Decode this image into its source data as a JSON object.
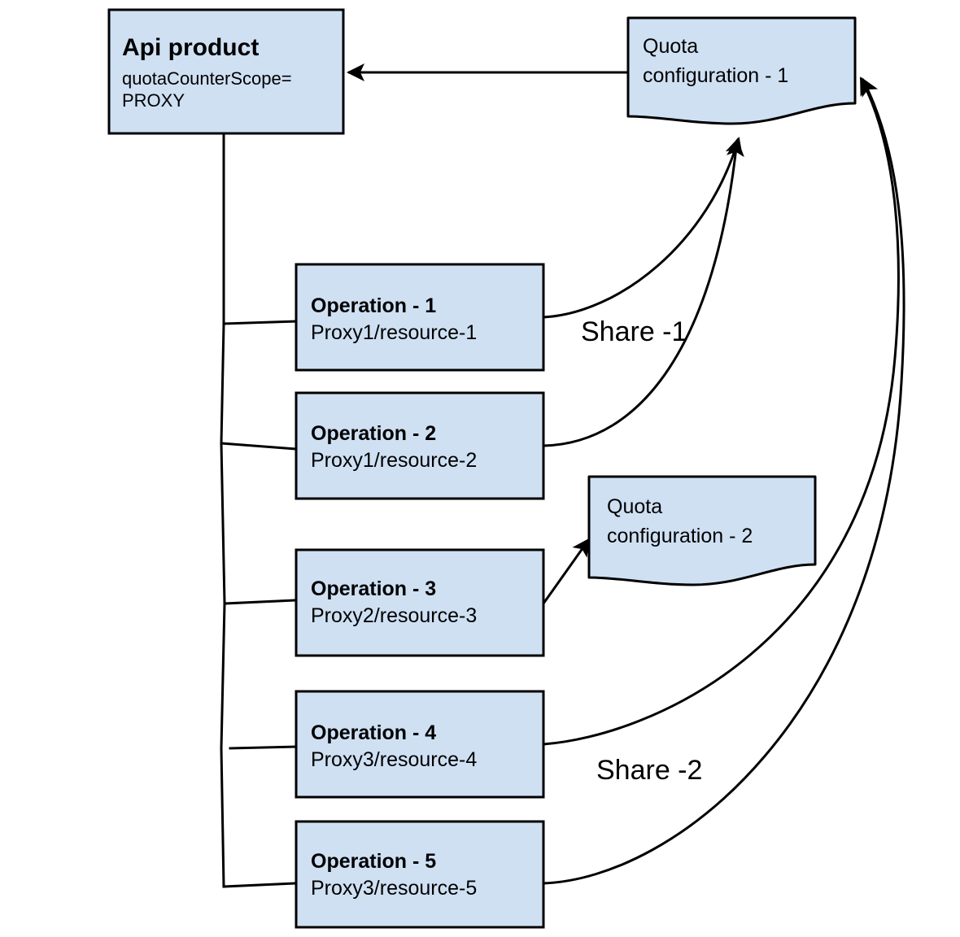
{
  "diagram": {
    "title_node": {
      "id": "api-product",
      "heading": "Api product",
      "line2": "quotaCounterScope=",
      "line3": "PROXY"
    },
    "quota_configs": [
      {
        "id": "quota-configuration-1",
        "line1": "Quota",
        "line2": "configuration - 1"
      },
      {
        "id": "quota-configuration-2",
        "line1": "Quota",
        "line2": "configuration - 2"
      }
    ],
    "operations": [
      {
        "id": "operation-1",
        "title": "Operation - 1",
        "path": "Proxy1/resource-1"
      },
      {
        "id": "operation-2",
        "title": "Operation - 2",
        "path": "Proxy1/resource-2"
      },
      {
        "id": "operation-3",
        "title": "Operation - 3",
        "path": "Proxy2/resource-3"
      },
      {
        "id": "operation-4",
        "title": "Operation - 4",
        "path": "Proxy3/resource-4"
      },
      {
        "id": "operation-5",
        "title": "Operation - 5",
        "path": "Proxy3/resource-5"
      }
    ],
    "edge_labels": [
      {
        "id": "share-1",
        "text": "Share -1"
      },
      {
        "id": "share-2",
        "text": "Share -2"
      }
    ],
    "colors": {
      "node_fill": "#cfe0f3",
      "node_stroke": "#000000",
      "edge_stroke": "#000000",
      "background": "#ffffff",
      "text": "#000000"
    }
  }
}
